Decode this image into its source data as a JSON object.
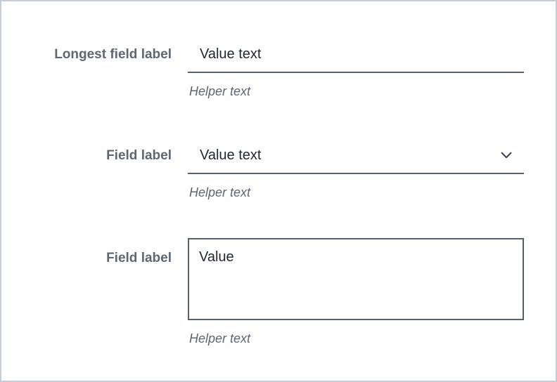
{
  "form": {
    "fields": [
      {
        "control": "text-input",
        "label": "Longest field label",
        "value": "Value text",
        "helper": "Helper text"
      },
      {
        "control": "select",
        "label": "Field label",
        "value": "Value text",
        "helper": "Helper text",
        "icon": "chevron-down-icon"
      },
      {
        "control": "textarea",
        "label": "Field label",
        "value": "Value",
        "helper": "Helper text"
      }
    ]
  },
  "colors": {
    "background": "#ffffff",
    "panel_border": "#c8cdd4",
    "label": "#5f6670",
    "value": "#24282e",
    "helper": "#5f6670",
    "underline": "#585f6a",
    "textarea_border": "#585f6a",
    "chevron": "#3f4652"
  }
}
